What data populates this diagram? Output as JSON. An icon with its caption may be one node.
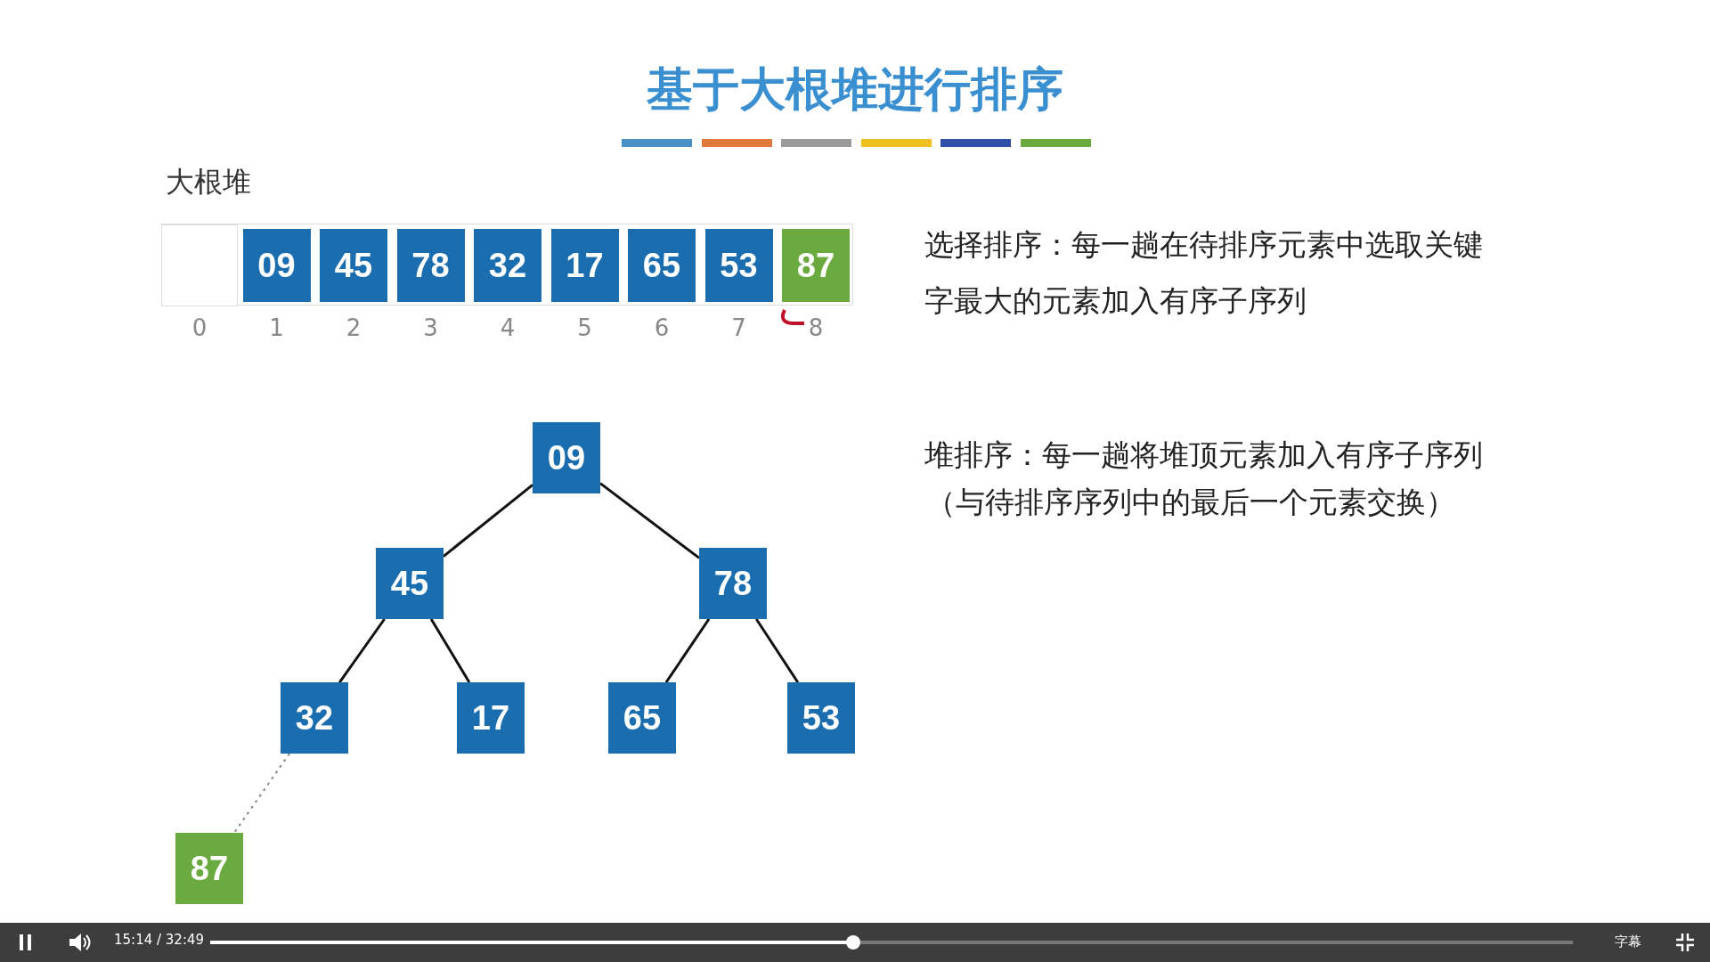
{
  "diagram": {
    "title": "基于大根堆进行排序",
    "nodes": [
      {
        "text": [],
        "shape": "box"
      },
      {
        "text": [
          "09"
        ]
      },
      {
        "text": [
          "45"
        ]
      },
      {
        "text": [
          "78"
        ]
      },
      {
        "text": [
          "32"
        ]
      },
      {
        "text": [
          "17"
        ]
      },
      {
        "text": [
          "65"
        ]
      },
      {
        "text": [
          "53"
        ]
      },
      {
        "text": [
          "87"
        ]
      },
      {
        "text": [
          "09"
        ]
      },
      {
        "text": [
          "45"
        ]
      },
      {
        "text": [
          "78"
        ]
      },
      {
        "text": [
          "32"
        ]
      },
      {
        "text": [
          "17"
        ]
      },
      {
        "text": [
          "65"
        ]
      },
      {
        "text": [
          "53"
        ]
      },
      {
        "text": [
          "87"
        ]
      }
    ],
    "edges": [
      {
        "from": 9,
        "to": 10,
        "arrow": "none"
      },
      {
        "from": 9,
        "to": 11,
        "arrow": "none"
      },
      {
        "from": 10,
        "to": 12,
        "arrow": "none"
      },
      {
        "from": 10,
        "to": 13,
        "arrow": "none"
      },
      {
        "from": 11,
        "to": 14,
        "arrow": "none"
      },
      {
        "from": 11,
        "to": 15,
        "arrow": "none"
      },
      {
        "from": 12,
        "to": 16,
        "arrow": "none",
        "style": "dashed",
        "color": "#888888"
      }
    ],
    "labels": [
      "大根堆",
      "0",
      "1",
      "2",
      "3",
      "4",
      "5",
      "6",
      "7",
      "8",
      "选择排序：每一趟在待排序元素中选取关键字最大的元素加入有序子序列",
      "堆排序：每一趟将堆顶元素加入有序子序列",
      "（与待排序序列中的最后一个元素交换）",
      "15:14 / 32:49",
      "字幕"
    ]
  }
}
